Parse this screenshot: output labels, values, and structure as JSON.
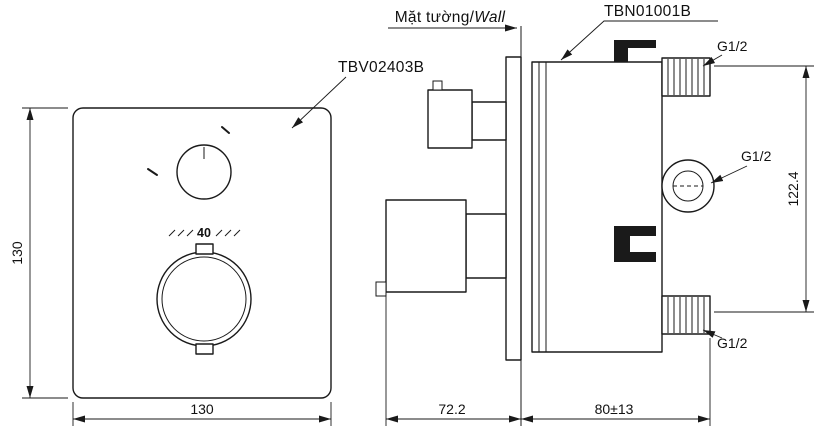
{
  "drawing": {
    "background": "#ffffff",
    "line_color": "#1a1a1a"
  },
  "labels": {
    "wall_vi": "Mặt tường/",
    "wall_en": "Wall",
    "trim_model": "TBV02403B",
    "valve_model": "TBN01001B",
    "thread_top": "G1/2",
    "thread_middle": "G1/2",
    "thread_bottom": "G1/2",
    "temperature_mark": "40"
  },
  "dimensions": {
    "faceplate_height_mm": "130",
    "faceplate_width_mm": "130",
    "handle_protrusion_mm": "72.2",
    "embedding_depth_mm": "80±13",
    "port_spacing_mm": "122.4"
  }
}
